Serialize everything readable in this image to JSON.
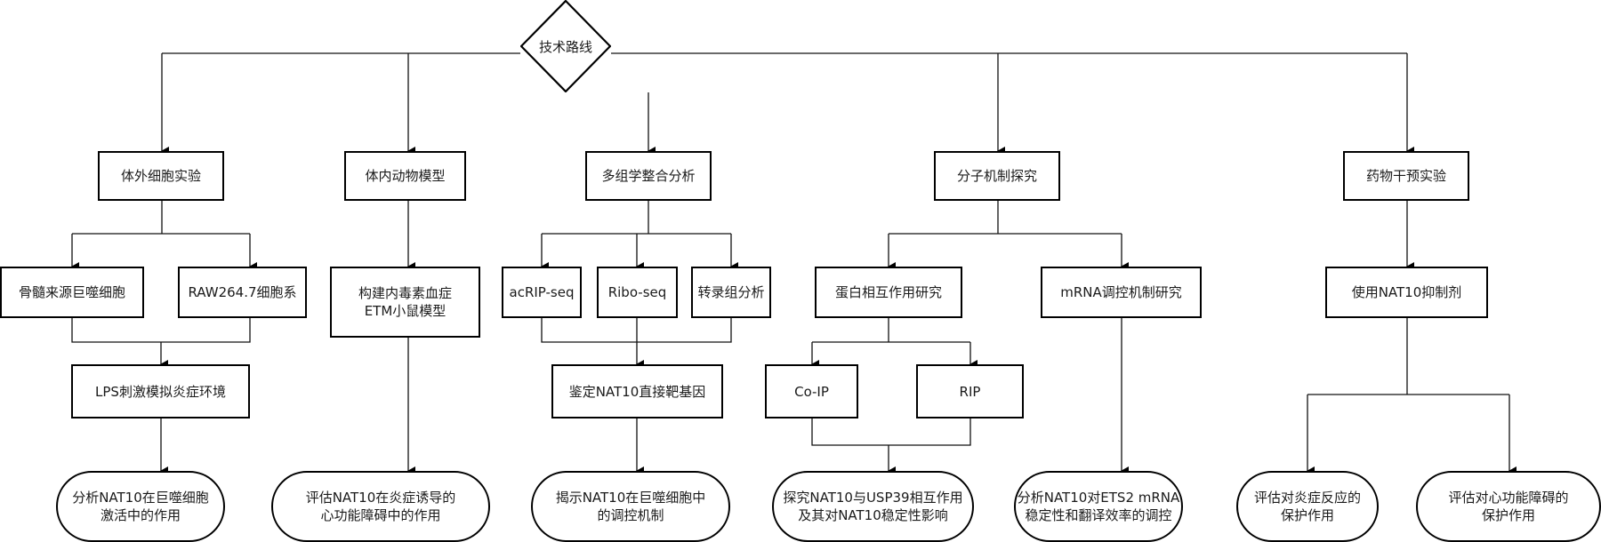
{
  "root": {
    "label": "技术路线"
  },
  "branches": {
    "in_vitro": {
      "title": "体外细胞实验",
      "cells_a": "骨髓来源巨噬细胞",
      "cells_b": "RAW264.7细胞系",
      "stimulation": "LPS刺激模拟炎症环境",
      "outcome": "分析NAT10在巨噬细胞\n激活中的作用"
    },
    "in_vivo": {
      "title": "体内动物模型",
      "model": "构建内毒素血症\nETM小鼠模型",
      "outcome": "评估NAT10在炎症诱导的\n心功能障碍中的作用"
    },
    "omics": {
      "title": "多组学整合分析",
      "method_a": "acRIP-seq",
      "method_b": "Ribo-seq",
      "method_c": "转录组分析",
      "target": "鉴定NAT10直接靶基因",
      "outcome": "揭示NAT10在巨噬细胞中\n的调控机制"
    },
    "mechanism": {
      "title": "分子机制探究",
      "protein": "蛋白相互作用研究",
      "coip": "Co-IP",
      "rip": "RIP",
      "protein_outcome": "探究NAT10与USP39相互作用\n及其对NAT10稳定性影响",
      "mrna": "mRNA调控机制研究",
      "mrna_outcome": "分析NAT10对ETS2 mRNA\n稳定性和翻译效率的调控"
    },
    "drug": {
      "title": "药物干预实验",
      "inhibitor": "使用NAT10抑制剂",
      "outcome_a": "评估对炎症反应的\n保护作用",
      "outcome_b": "评估对心功能障碍的\n保护作用"
    }
  }
}
